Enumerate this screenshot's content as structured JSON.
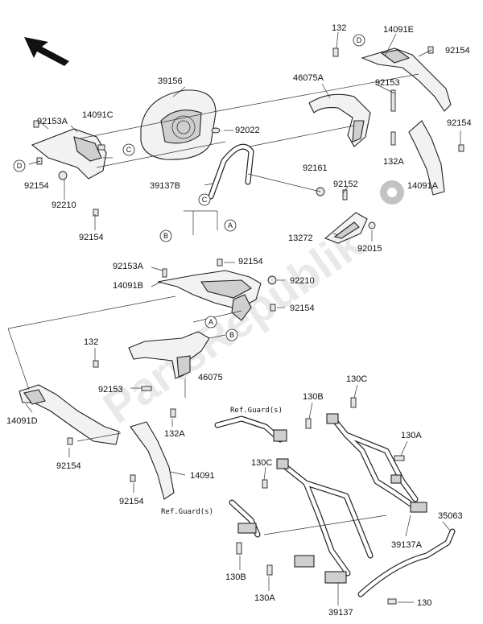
{
  "watermark": "PartsRepublik",
  "labels": {
    "l_132_top": "132",
    "l_14091E": "14091E",
    "l_D_top": "D",
    "l_92154_tr": "92154",
    "l_39156": "39156",
    "l_46075A": "46075A",
    "l_92153_top": "92153",
    "l_92153A_top": "92153A",
    "l_14091C": "14091C",
    "l_92022": "92022",
    "l_92154_r2": "92154",
    "l_C_left": "C",
    "l_D_left": "D",
    "l_92154_left": "92154",
    "l_132A_top": "132A",
    "l_92210_top": "92210",
    "l_39137B": "39137B",
    "l_92161": "92161",
    "l_C_mid": "C",
    "l_92152": "92152",
    "l_14091A": "14091A",
    "l_92154_low": "92154",
    "l_B_top": "B",
    "l_A_top": "A",
    "l_13272": "13272",
    "l_92015": "92015",
    "l_92153A_mid": "92153A",
    "l_92154_mid": "92154",
    "l_14091B": "14091B",
    "l_92210_mid": "92210",
    "l_92154_mid2": "92154",
    "l_A_mid": "A",
    "l_B_mid": "B",
    "l_132_mid": "132",
    "l_92153_mid": "92153",
    "l_46075": "46075",
    "l_14091D": "14091D",
    "l_132A_mid": "132A",
    "l_130C_top": "130C",
    "l_130B_top": "130B",
    "l_130A_right": "130A",
    "l_92154_bl": "92154",
    "l_14091": "14091",
    "l_92154_bl2": "92154",
    "l_130C_mid": "130C",
    "l_35063": "35063",
    "l_39137A": "39137A",
    "l_130B_low": "130B",
    "l_130A_low": "130A",
    "l_39137": "39137",
    "l_130_bottom": "130"
  },
  "refs": {
    "guard_top": "Ref.Guard(s)",
    "guard_low": "Ref.Guard(s)"
  },
  "icons": {
    "direction": "direction-arrow-icon",
    "gear": "gear-icon"
  }
}
